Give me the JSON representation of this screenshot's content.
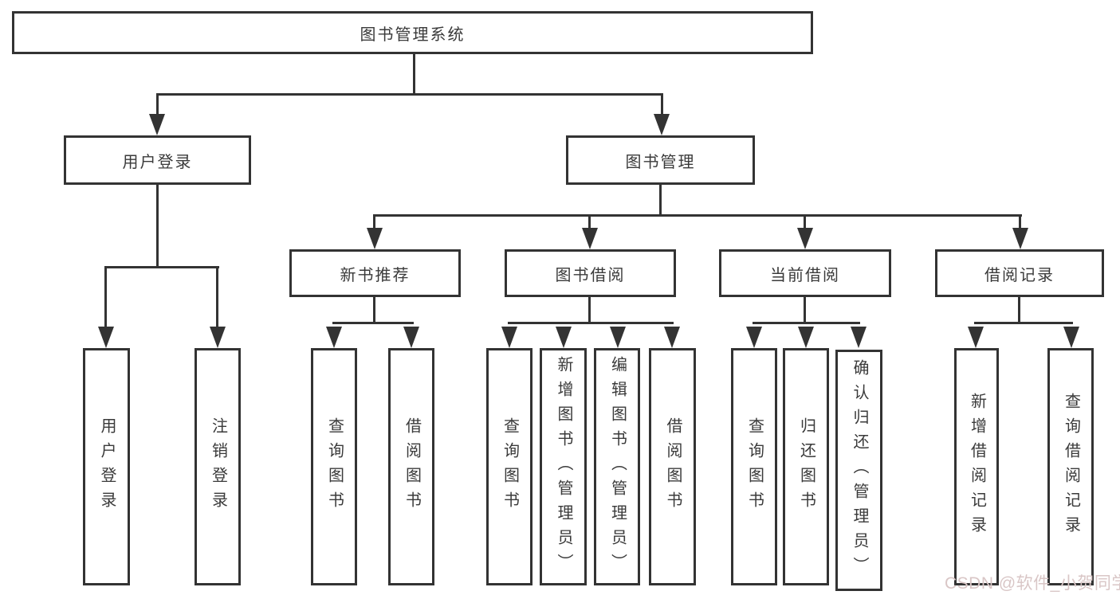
{
  "tree": {
    "label": "图书管理系统",
    "children": [
      {
        "label": "用户登录",
        "children": [
          {
            "label": "用户登录"
          },
          {
            "label": "注销登录"
          }
        ]
      },
      {
        "label": "图书管理",
        "children": [
          {
            "label": "新书推荐",
            "children": [
              {
                "label": "查询图书"
              },
              {
                "label": "借阅图书"
              }
            ]
          },
          {
            "label": "图书借阅",
            "children": [
              {
                "label": "查询图书"
              },
              {
                "label": "新增图书（管理员）"
              },
              {
                "label": "编辑图书（管理员）"
              },
              {
                "label": "借阅图书"
              }
            ]
          },
          {
            "label": "当前借阅",
            "children": [
              {
                "label": "查询图书"
              },
              {
                "label": "归还图书"
              },
              {
                "label": "确认归还（管理员）"
              }
            ]
          },
          {
            "label": "借阅记录",
            "children": [
              {
                "label": "新增借阅记录"
              },
              {
                "label": "查询借阅记录"
              }
            ]
          }
        ]
      }
    ]
  },
  "watermark": {
    "text": "CSDN @软件_小贺同学",
    "color": "#d9c6c6"
  },
  "style": {
    "line_color": "#333333",
    "box_border_color": "#333333",
    "text_color": "#3a3a3a",
    "background": "#ffffff"
  }
}
